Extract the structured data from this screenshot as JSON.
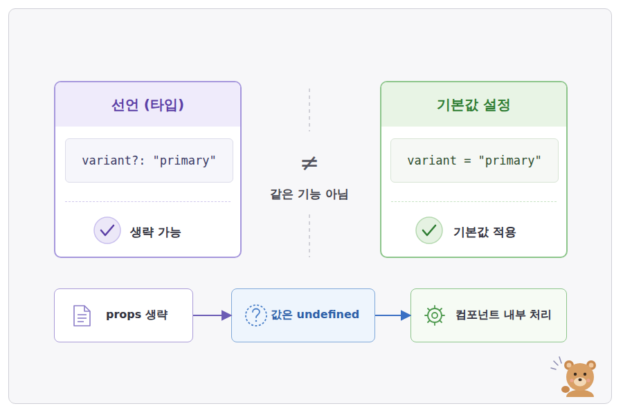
{
  "diagram": {
    "nodes": [
      {
        "text": [
          "선언 (타입)",
          "생략 가능"
        ]
      },
      {
        "text": [
          "variant?: \"primary\""
        ],
        "in": 0
      },
      {
        "text": [
          "기본값 설정",
          "기본값 적용"
        ]
      },
      {
        "text": [
          "variant = \"primary\""
        ],
        "in": 2
      },
      {
        "text": [
          "props 생략"
        ]
      },
      {
        "text": [
          "값은 undefined"
        ]
      },
      {
        "text": [
          "컴포넌트 내부 처리"
        ]
      }
    ],
    "edges": [
      {
        "from": 4,
        "to": 5,
        "arrow": "to"
      },
      {
        "from": 5,
        "to": 6,
        "arrow": "to"
      }
    ],
    "labels": [
      "≠",
      "같은 기능 아님"
    ]
  }
}
